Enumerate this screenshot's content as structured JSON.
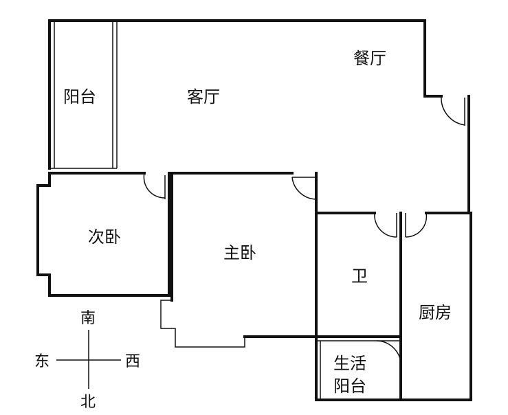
{
  "rooms": {
    "balcony": "阳台",
    "living_room": "客厅",
    "dining_room": "餐厅",
    "second_bedroom": "次卧",
    "master_bedroom": "主卧",
    "bathroom": "卫",
    "kitchen": "厨房",
    "utility_balcony_line1": "生活",
    "utility_balcony_line2": "阳台"
  },
  "compass": {
    "south": "南",
    "east": "东",
    "west": "西",
    "north": "北"
  }
}
